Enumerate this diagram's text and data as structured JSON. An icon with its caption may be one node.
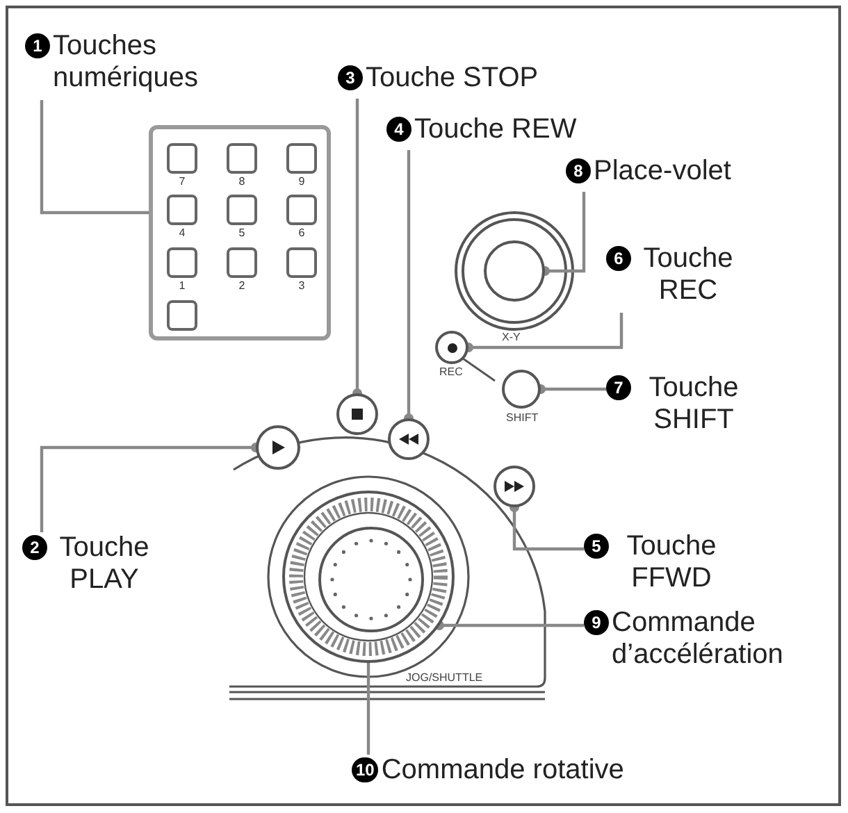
{
  "diagram": {
    "nodes": [
      {
        "text": [
          "1",
          "Touches numériques"
        ]
      },
      {
        "text": [],
        "shape": "box"
      },
      {
        "text": [
          "3",
          "Touche STOP"
        ]
      },
      {
        "text": [],
        "shape": "circle"
      },
      {
        "text": [
          "4",
          "Touche REW"
        ]
      },
      {
        "text": [],
        "shape": "circle"
      },
      {
        "text": [
          "8",
          "Place-volet"
        ]
      },
      {
        "text": [],
        "shape": "circle"
      },
      {
        "text": [
          "6",
          "Touche REC"
        ]
      },
      {
        "text": [],
        "shape": "circle"
      },
      {
        "text": [
          "7",
          "Touche SHIFT"
        ]
      },
      {
        "text": [],
        "shape": "circle"
      },
      {
        "text": [
          "2",
          "Touche PLAY"
        ]
      },
      {
        "text": [],
        "shape": "circle"
      },
      {
        "text": [
          "5",
          "Touche FFWD"
        ]
      },
      {
        "text": [],
        "shape": "circle"
      },
      {
        "text": [
          "9",
          "Commande d’accélération"
        ]
      },
      {
        "text": [],
        "shape": "circle"
      },
      {
        "text": [
          "10",
          "Commande rotative"
        ]
      },
      {
        "text": [],
        "shape": "circle",
        "in": 17
      }
    ],
    "edges": [
      {
        "from": 0,
        "to": 1,
        "arrow": "none"
      },
      {
        "from": 2,
        "to": 3,
        "arrow": "other"
      },
      {
        "from": 4,
        "to": 5,
        "arrow": "other"
      },
      {
        "from": 6,
        "to": 7,
        "arrow": "other"
      },
      {
        "from": 8,
        "to": 9,
        "arrow": "other"
      },
      {
        "from": 10,
        "to": 11,
        "arrow": "other"
      },
      {
        "from": 12,
        "to": 13,
        "arrow": "other"
      },
      {
        "from": 14,
        "to": 15,
        "arrow": "other"
      },
      {
        "from": 16,
        "to": 17,
        "arrow": "other"
      },
      {
        "from": 18,
        "to": 19,
        "arrow": "other"
      }
    ],
    "labels": [
      "7",
      "8",
      "9",
      "4",
      "5",
      "6",
      "1",
      "2",
      "3",
      "X-Y",
      "REC",
      "SHIFT",
      "JOG/SHUTTLE"
    ]
  }
}
